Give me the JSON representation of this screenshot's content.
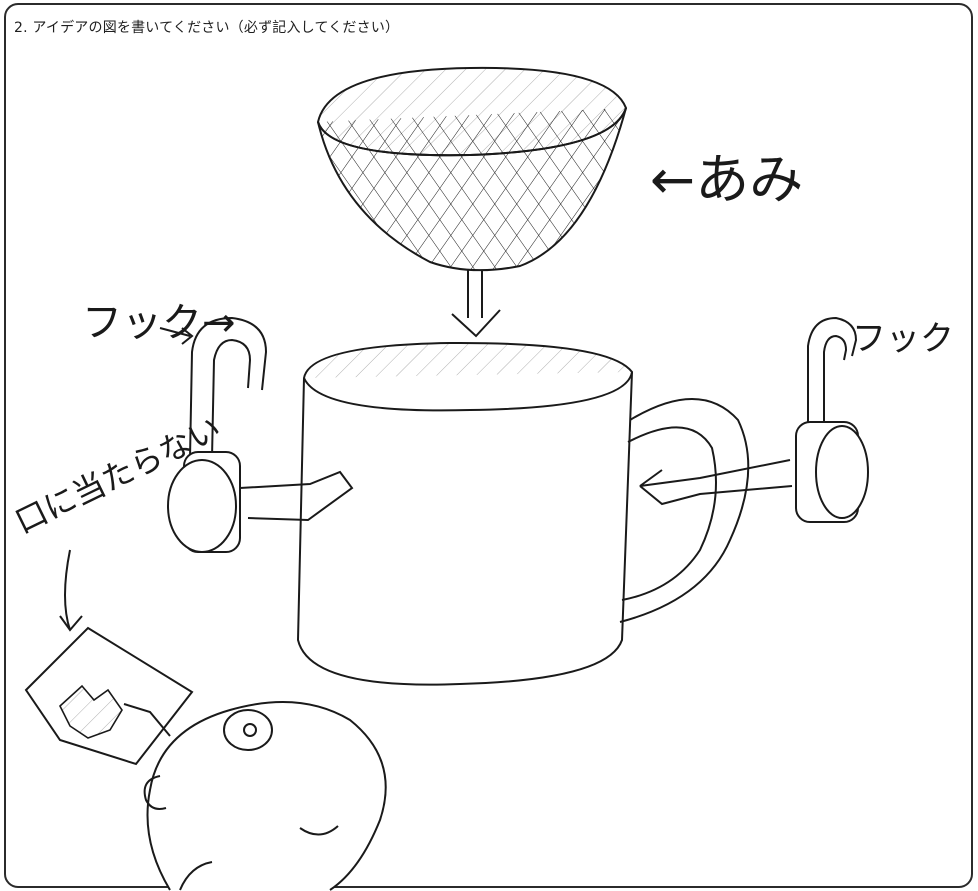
{
  "instruction": "2. アイデアの図を書いてください（必ず記入してください）",
  "labels": {
    "net": "←あみ",
    "hook_left": "フック→",
    "hook_right": "フック",
    "mouth_note": "口に当たらない"
  },
  "colors": {
    "ink": "#1a1a1a",
    "paper": "#ffffff",
    "frame": "#2b2b2b"
  }
}
